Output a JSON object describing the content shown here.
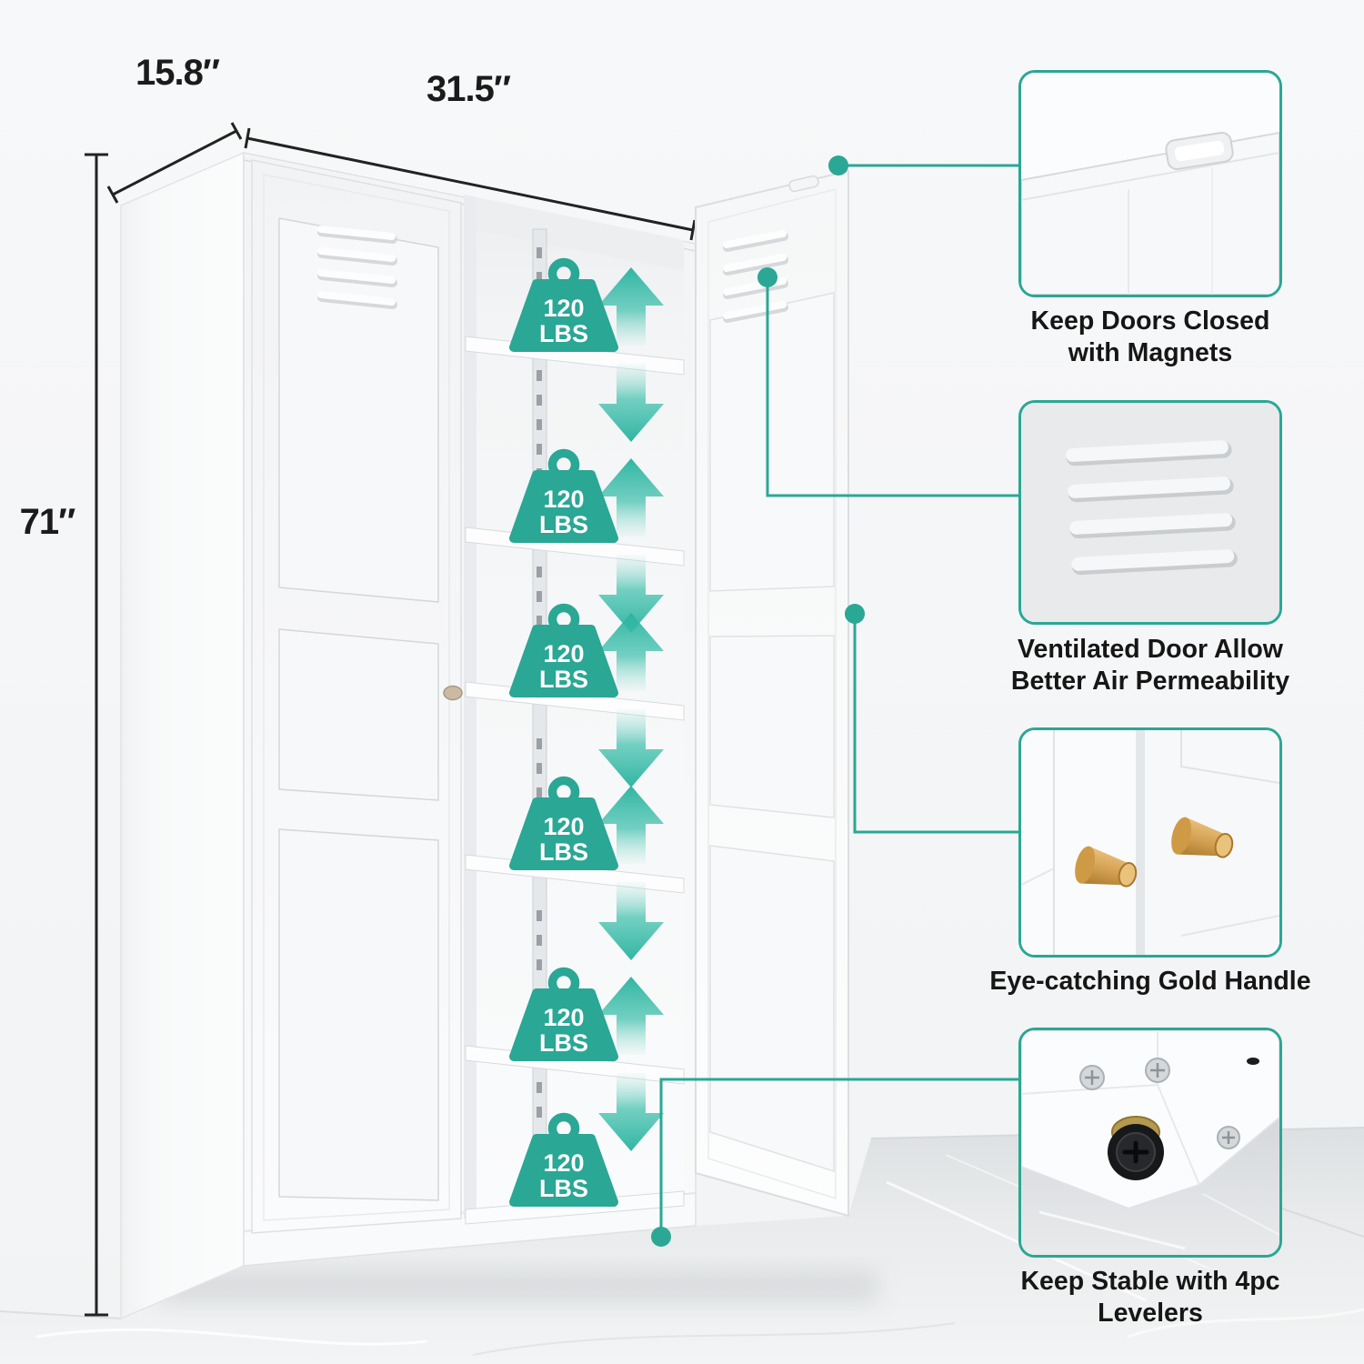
{
  "dimensions": {
    "depth": "15.8″",
    "width": "31.5″",
    "height": "71″"
  },
  "shelf_badges": [
    {
      "value": "120",
      "unit": "LBS"
    },
    {
      "value": "120",
      "unit": "LBS"
    },
    {
      "value": "120",
      "unit": "LBS"
    },
    {
      "value": "120",
      "unit": "LBS"
    },
    {
      "value": "120",
      "unit": "LBS"
    },
    {
      "value": "120",
      "unit": "LBS"
    }
  ],
  "callouts": [
    {
      "id": "magnets",
      "lines": [
        "Keep Doors Closed",
        "with Magnets"
      ]
    },
    {
      "id": "ventilation",
      "lines": [
        "Ventilated Door Allow",
        "Better Air Permeability"
      ]
    },
    {
      "id": "gold-handle",
      "lines": [
        "Eye-catching Gold Handle"
      ]
    },
    {
      "id": "levelers",
      "lines": [
        "Keep Stable with 4pc",
        "Levelers"
      ]
    }
  ],
  "colors": {
    "accent": "#2AA795",
    "caption": "#161616",
    "gold": "#C9882F"
  }
}
